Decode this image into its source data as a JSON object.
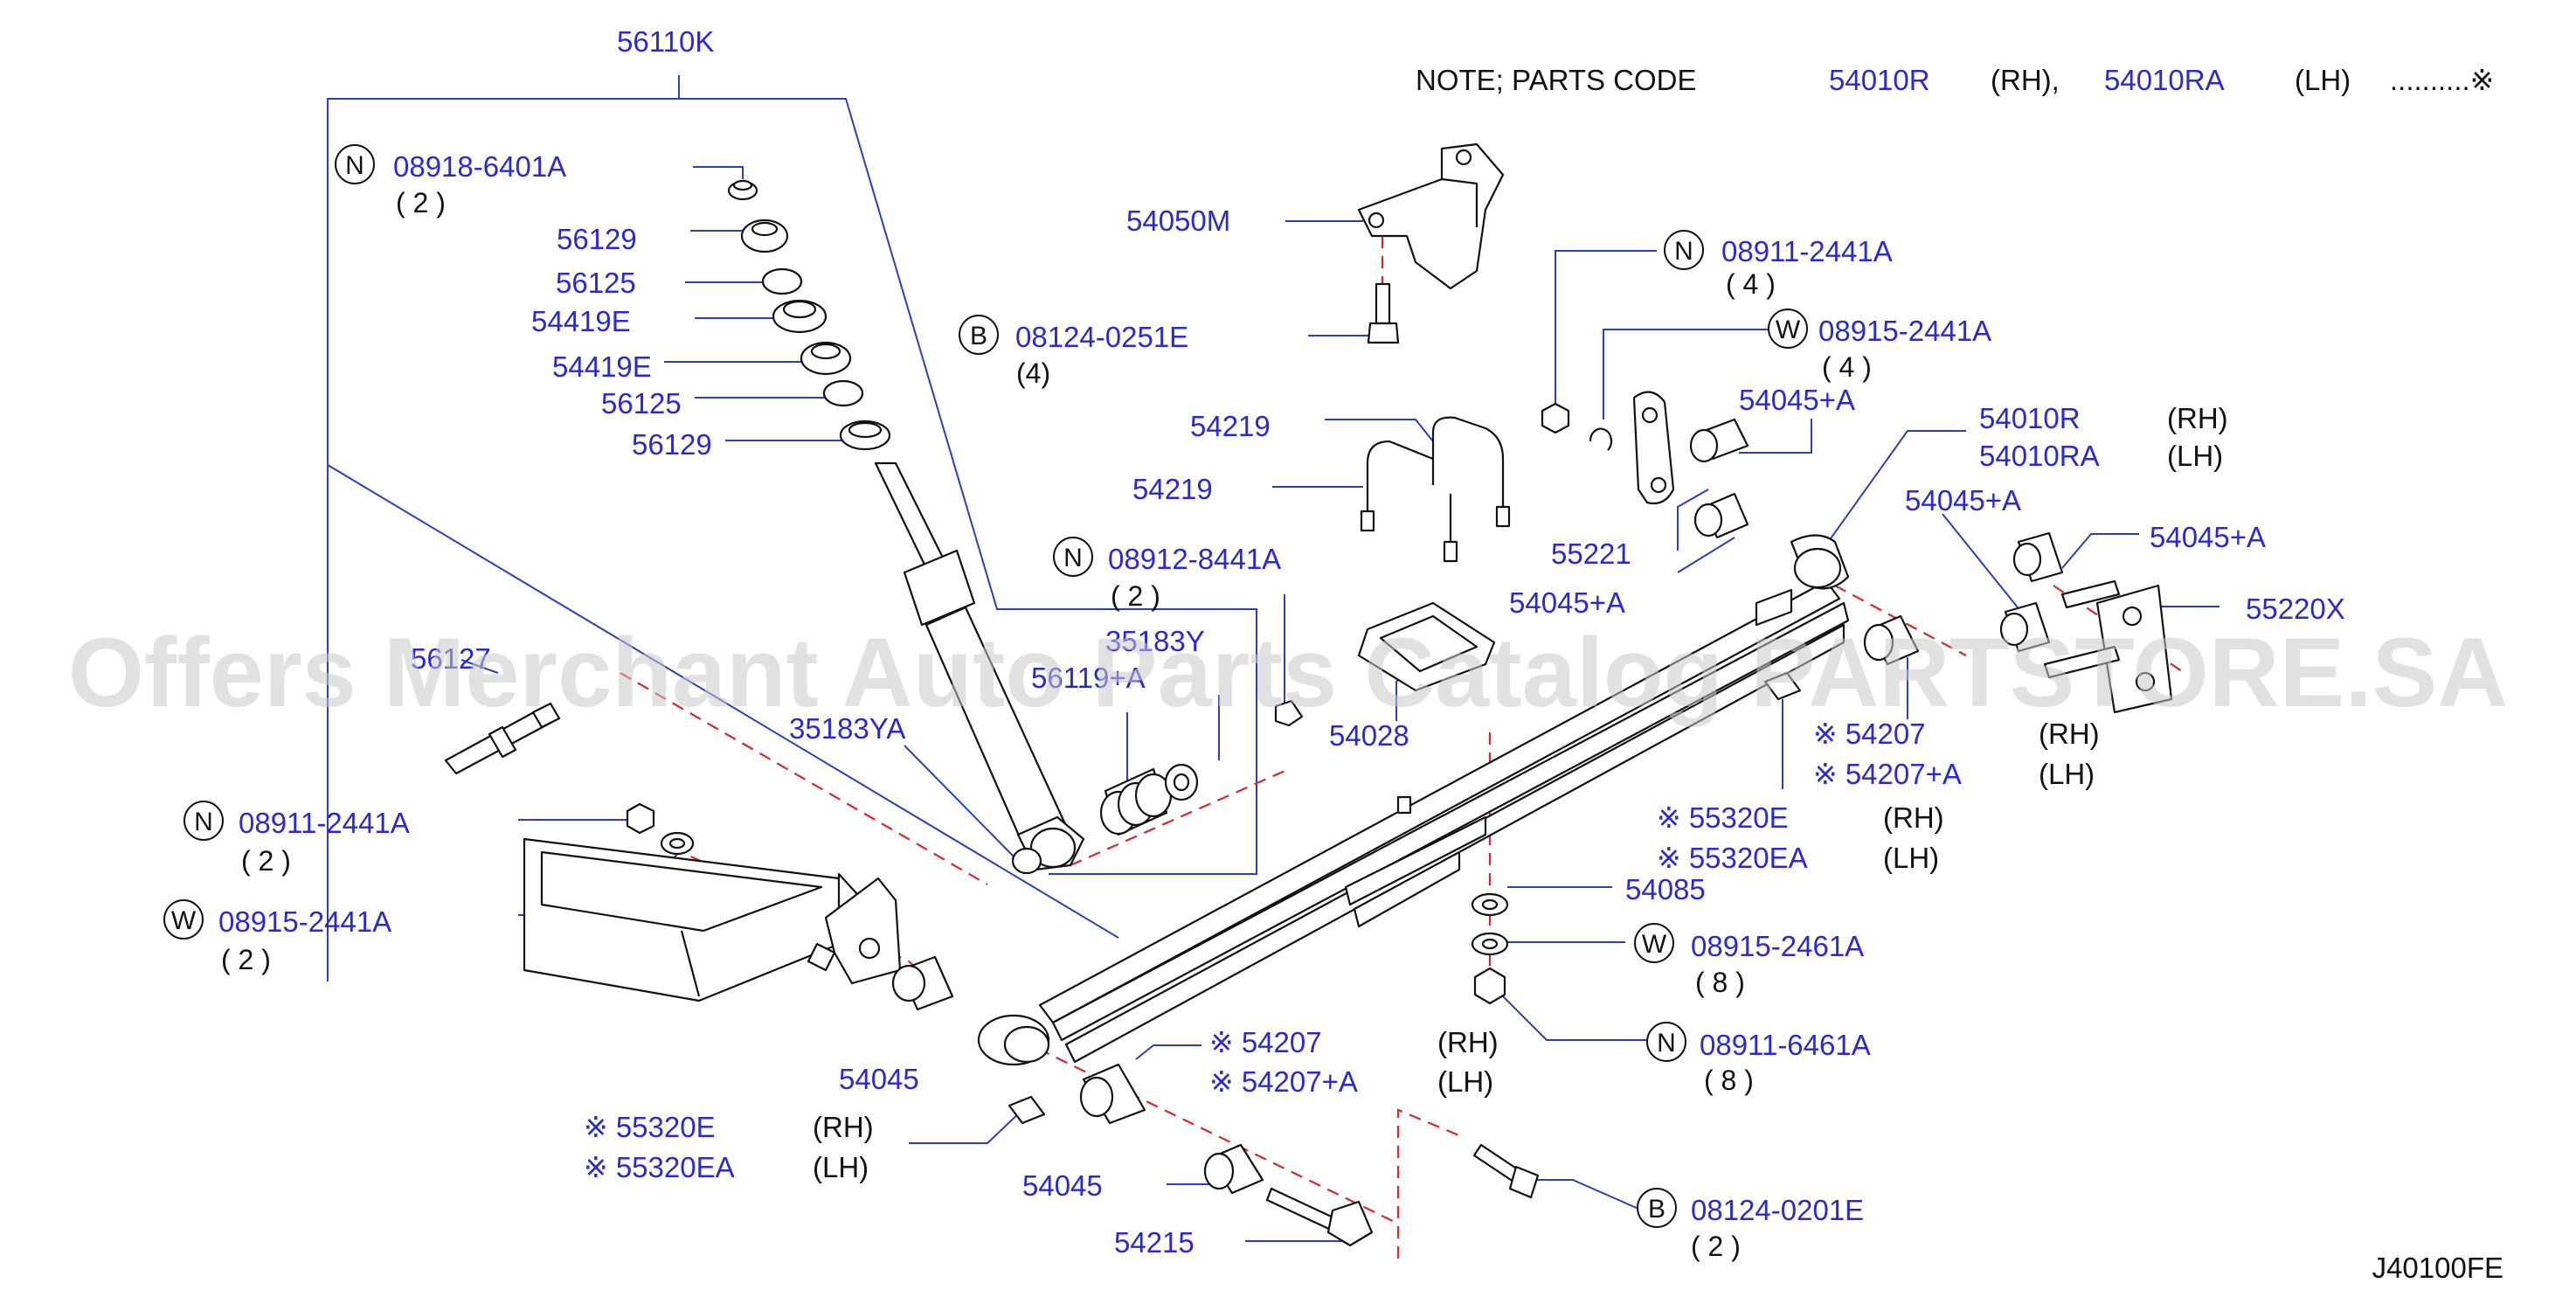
{
  "note": {
    "prefix": "NOTE;   PARTS   CODE",
    "code_rh": "54010R",
    "rh": "(RH),",
    "code_lh": "54010RA",
    "lh": "(LH)",
    "dots": "..........※"
  },
  "watermark": "Offers Merchant Auto Parts Catalog PARTSTORE.SA",
  "diagram_code": "J40100FE",
  "circle_letters": {
    "n": "N",
    "w": "W",
    "b": "B"
  },
  "parts": {
    "p56110k": "56110K",
    "p08918_6401a": "08918-6401A",
    "q08918_6401a": "( 2 )",
    "p56129a": "56129",
    "p56125a": "56125",
    "p54419e_a": "54419E",
    "p54419e_b": "54419E",
    "p56125b": "56125",
    "p56129b": "56129",
    "p56127": "56127",
    "p08911_2441a_l": "08911-2441A",
    "q08911_2441a_l": "( 2 )",
    "p08915_2441a_l": "08915-2441A",
    "q08915_2441a_l": "( 2 )",
    "p35183ya": "35183YA",
    "p35183y": "35183Y",
    "p56119a": "56119+A",
    "p08912_8441a": "08912-8441A",
    "q08912_8441a": "( 2 )",
    "p54050m": "54050M",
    "p08124_0251e": "08124-0251E",
    "q08124_0251e": "(4)",
    "p54219a": "54219",
    "p54219b": "54219",
    "p54028": "54028",
    "p08911_2441a_r": "08911-2441A",
    "q08911_2441a_r": "( 4 )",
    "p08915_2441a_r": "08915-2441A",
    "q08915_2441a_r": "( 4 )",
    "p54045a_1": "54045+A",
    "p55221": "55221",
    "p54045a_2": "54045+A",
    "p54010r": "54010R",
    "rh_54010r": "(RH)",
    "p54010ra": "54010RA",
    "lh_54010ra": "(LH)",
    "p54045a_3": "54045+A",
    "p54045a_4": "54045+A",
    "p55220x": "55220X",
    "p54207_r": "※ 54207",
    "rh_54207_r": "(RH)",
    "p54207a_r": "※ 54207+A",
    "lh_54207a_r": "(LH)",
    "p55320e_r": "※ 55320E",
    "rh_55320e_r": "(RH)",
    "p55320ea_r": "※ 55320EA",
    "lh_55320ea_r": "(LH)",
    "p54085": "54085",
    "p08915_2461a": "08915-2461A",
    "q08915_2461a": "( 8 )",
    "p08911_6461a": "08911-6461A",
    "q08911_6461a": "( 8 )",
    "p54045_l1": "54045",
    "p54207_l": "※ 54207",
    "p54207a_l": "※ 54207+A",
    "rh_54207_l": "(RH)",
    "lh_54207a_l": "(LH)",
    "p55320e_l": "※ 55320E",
    "rh_55320e_l": "(RH)",
    "p55320ea_l": "※ 55320EA",
    "lh_55320ea_l": "(LH)",
    "p54045_l2": "54045",
    "p54215": "54215",
    "p08124_0201e": "08124-0201E",
    "q08124_0201e": "( 2 )"
  }
}
